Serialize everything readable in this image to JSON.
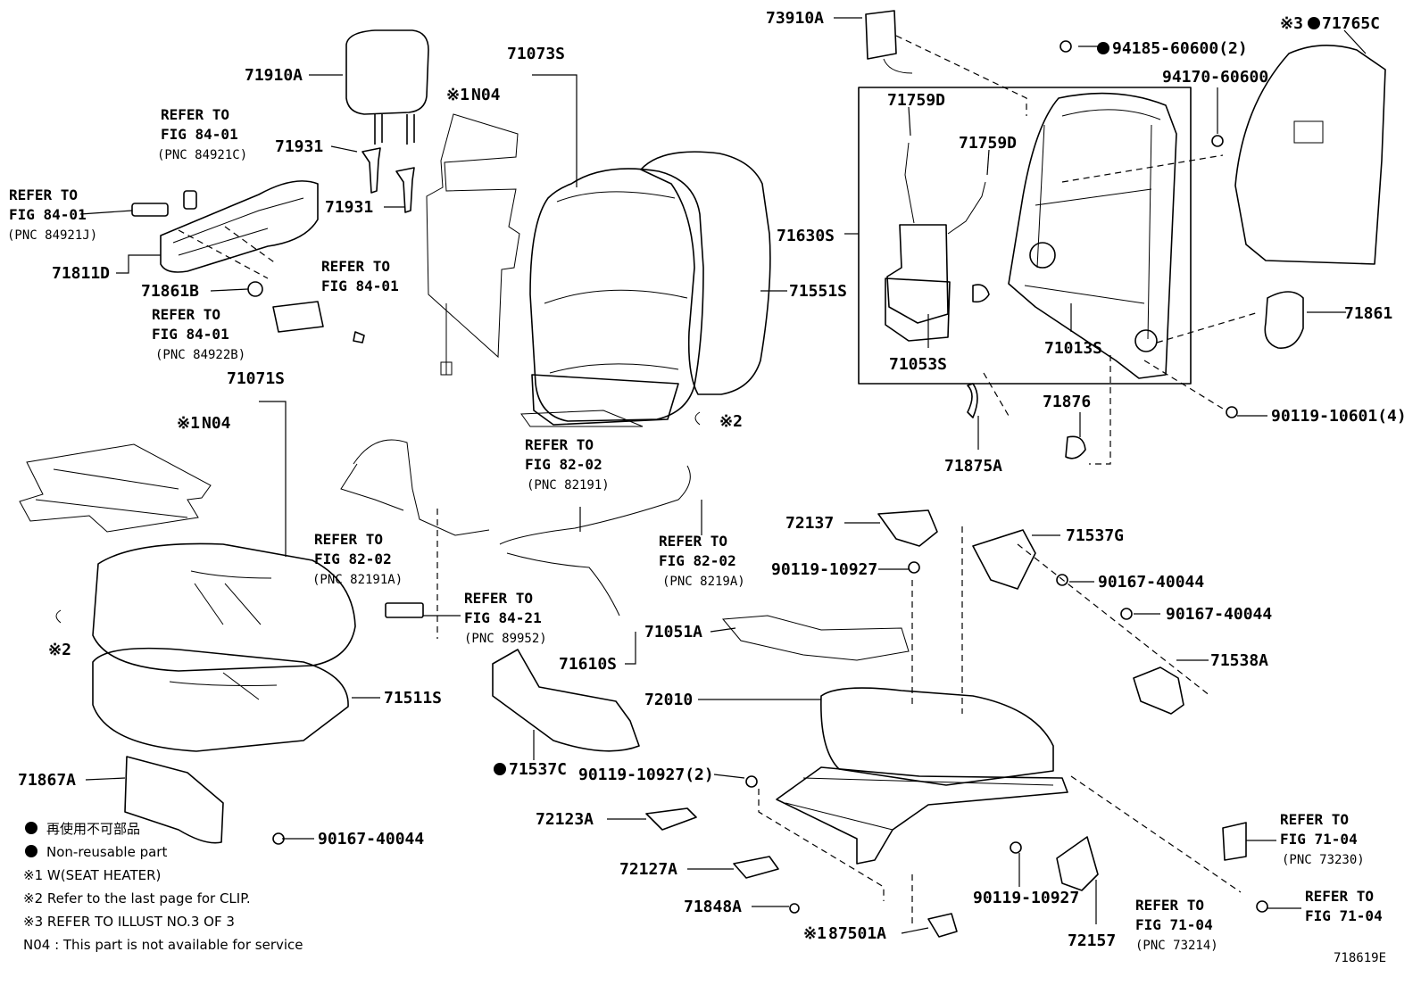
{
  "parts": {
    "p73910A": "73910A",
    "p94185": "94185-60600(2)",
    "p71765C": "71765C",
    "p94170": "94170-60600",
    "p71910A": "71910A",
    "p71073S": "71073S",
    "p71931a": "71931",
    "p71931b": "71931",
    "p71759Da": "71759D",
    "p71759Db": "71759D",
    "p71630S": "71630S",
    "p71551S": "71551S",
    "p71861": "71861",
    "p71811D": "71811D",
    "p71861B": "71861B",
    "p71053S": "71053S",
    "p71013S": "71013S",
    "p90119_10601": "90119-10601(4)",
    "p71876": "71876",
    "p71875A": "71875A",
    "p71071S": "71071S",
    "p72137": "72137",
    "p71537G": "71537G",
    "p90119_10927a": "90119-10927",
    "p90167a": "90167-40044",
    "p90167b": "90167-40044",
    "p71538A": "71538A",
    "p71051A": "71051A",
    "p71610S": "71610S",
    "p72010": "72010",
    "p71511S": "71511S",
    "p71537C": "71537C",
    "p90119_10927b": "90119-10927(2)",
    "p71867A": "71867A",
    "p72123A": "72123A",
    "p72127A": "72127A",
    "p71848A": "71848A",
    "p87501A": "87501A",
    "p90119_10927c": "90119-10927",
    "p72157": "72157",
    "p90167c": "90167-40044",
    "fig_id": "718619E"
  },
  "marks": {
    "m1a": "※1",
    "m1b": "※1",
    "m1c": "※1",
    "m2a": "※2",
    "m2b": "※2",
    "m3": "※3",
    "n04a": "N04",
    "n04b": "N04"
  },
  "refs": {
    "refer_to": "REFER TO",
    "fig_84_01": "FIG 84-01",
    "fig_82_02": "FIG 82-02",
    "fig_84_21": "FIG 84-21",
    "fig_71_04": "FIG 71-04",
    "pnc_84921C": "(PNC 84921C)",
    "pnc_84921J": "(PNC 84921J)",
    "pnc_84922B": "(PNC 84922B)",
    "pnc_82191": "(PNC 82191)",
    "pnc_82191A": "(PNC 82191A)",
    "pnc_8219A": "(PNC 8219A)",
    "pnc_89952": "(PNC 89952)",
    "pnc_73230": "(PNC 73230)",
    "pnc_73214": "(PNC 73214)"
  },
  "legend": {
    "l1": "再使用不可部品",
    "l2": "Non-reusable part",
    "l3": "※1  W(SEAT  HEATER)",
    "l4": "※2  Refer to the last page for CLIP.",
    "l5": "※3 REFER TO ILLUST NO.3 OF 3",
    "l6": "N04 : This part is not available for service"
  }
}
